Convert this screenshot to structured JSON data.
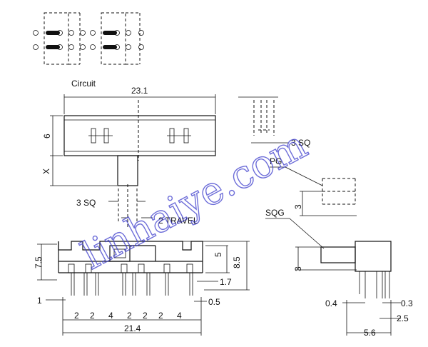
{
  "labels": {
    "circuit": "Circuit",
    "overall_length": "23.1",
    "body_height": "6",
    "actuator_x": "X",
    "actuator_sq_front": "3 SQ",
    "actuator_sq_side": "3 SQ",
    "travel": "2 TRAVEL",
    "pg": "PG",
    "sqg": "SQG",
    "side_pg_height": "3",
    "side_sqg_height": "3",
    "left_height": "7.5",
    "pin_height": "5",
    "total_height": "8.5",
    "side_offset": "1.7",
    "pin_width": "1",
    "pin_thickness": "0.5",
    "pitch_values": [
      "2",
      "2",
      "4",
      "2",
      "2",
      "2",
      "4"
    ],
    "pin_span": "21.4",
    "side_pin_width": "0.4",
    "side_pin_thick": "0.3",
    "side_pitch": "2.5",
    "side_width": "5.6"
  },
  "watermark": "linhaiye.com",
  "colors": {
    "line": "#111111",
    "watermark": "#3c3ccc"
  }
}
